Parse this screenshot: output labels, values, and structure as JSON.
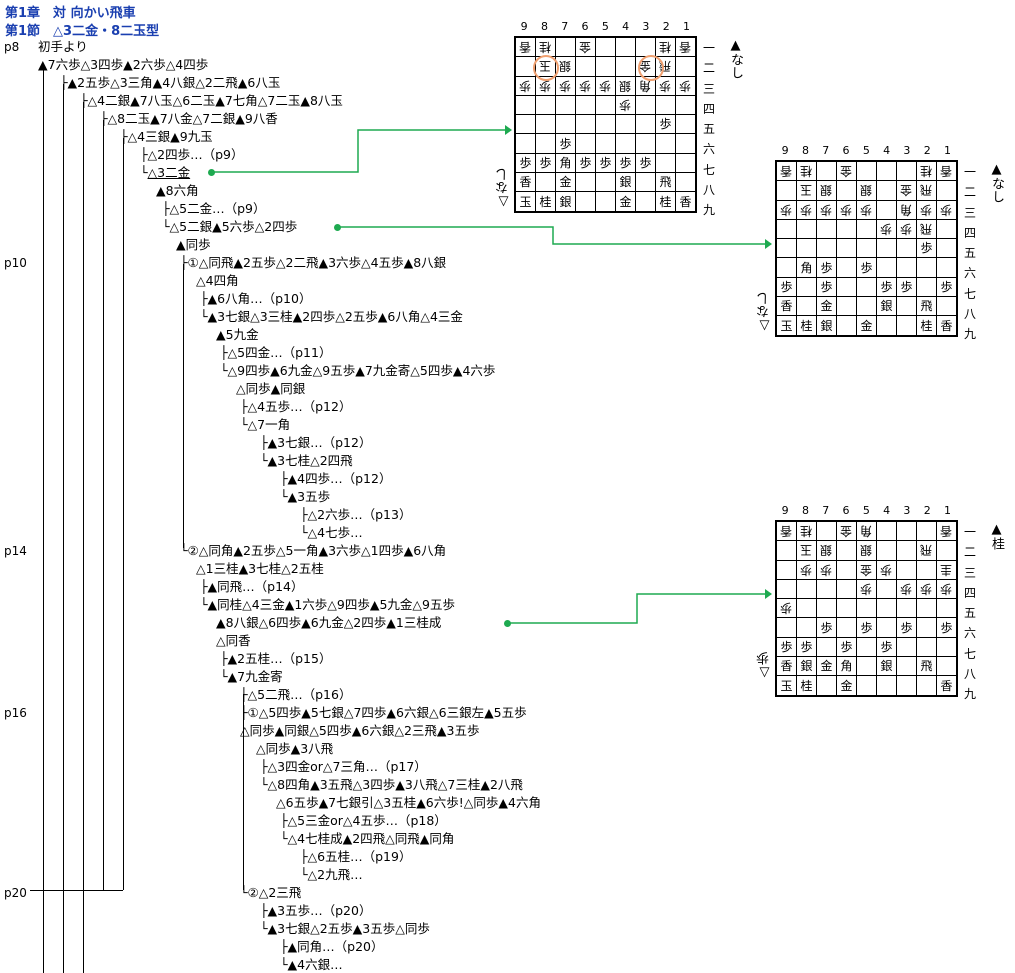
{
  "header": {
    "chapter": "第1章　対 向かい飛車",
    "section": "第1節　△3二金・8二玉型"
  },
  "pages": [
    "p8",
    "p10",
    "p14",
    "p16",
    "p20"
  ],
  "tree": [
    {
      "t": "初手より"
    },
    {
      "t": "▲7六歩△3四歩▲2六歩△4四歩"
    },
    {
      "t": "▲2五歩△3三角▲4八銀△2二飛▲6八玉"
    },
    {
      "t": "△4二銀▲7八玉△6二玉▲7七角△7二玉▲8八玉"
    },
    {
      "t": "△8二玉▲7八金△7二銀▲9八香"
    },
    {
      "t": "△4三銀▲9九玉"
    },
    {
      "t": "△2四歩…（p9）"
    },
    {
      "t": "△3二金"
    },
    {
      "t": "▲8六角"
    },
    {
      "t": "△5二金…（p9）"
    },
    {
      "t": "△5二銀▲5六歩△2四歩"
    },
    {
      "t": "▲同歩"
    },
    {
      "t": "①△同飛▲2五歩△2二飛▲3六歩△4五歩▲8八銀"
    },
    {
      "t": "△4四角"
    },
    {
      "t": "▲6八角…（p10）"
    },
    {
      "t": "▲3七銀△3三桂▲2四歩△2五歩▲6八角△4三金"
    },
    {
      "t": "▲5九金"
    },
    {
      "t": "△5四金…（p11）"
    },
    {
      "t": "△9四歩▲6九金△9五歩▲7九金寄△5四歩▲4六歩"
    },
    {
      "t": "△同歩▲同銀"
    },
    {
      "t": "△4五歩…（p12）"
    },
    {
      "t": "△7一角"
    },
    {
      "t": "▲3七銀…（p12）"
    },
    {
      "t": "▲3七桂△2四飛"
    },
    {
      "t": "▲4四歩…（p12）"
    },
    {
      "t": "▲3五歩"
    },
    {
      "t": "△2六歩…（p13）"
    },
    {
      "t": "△4七歩…"
    },
    {
      "t": "②△同角▲2五歩△5一角▲3六歩△1四歩▲6八角"
    },
    {
      "t": "△1三桂▲3七桂△2五桂"
    },
    {
      "t": "▲同飛…（p14）"
    },
    {
      "t": "▲同桂△4三金▲1六歩△9四歩▲5九金△9五歩"
    },
    {
      "t": "▲8八銀△6四歩▲6九金△2四歩▲1三桂成"
    },
    {
      "t": "△同香"
    },
    {
      "t": "▲2五桂…（p15）"
    },
    {
      "t": "▲7九金寄"
    },
    {
      "t": "△5二飛…（p16）"
    },
    {
      "t": "①△5四歩▲5七銀△7四歩▲6六銀△6三銀左▲5五歩"
    },
    {
      "t": "△同歩▲同銀△5四歩▲6六銀△2三飛▲3五歩"
    },
    {
      "t": "△同歩▲3八飛"
    },
    {
      "t": "△3四金or△7三角…（p17）"
    },
    {
      "t": "△8四角▲3五飛△3四歩▲3八飛△7三桂▲2八飛"
    },
    {
      "t": "△6五歩▲7七銀引△3五桂▲6六歩!△同歩▲4六角"
    },
    {
      "t": "△5三金or△4五歩…（p18）"
    },
    {
      "t": "△4七桂成▲2四飛△同飛▲同角"
    },
    {
      "t": "△6五桂…（p19）"
    },
    {
      "t": "△2九飛…"
    },
    {
      "t": "②△2三飛"
    },
    {
      "t": "▲3五歩…（p20）"
    },
    {
      "t": "▲3七銀△2五歩▲3五歩△同歩"
    },
    {
      "t": "▲同角…（p20）"
    },
    {
      "t": "▲4六銀…"
    }
  ],
  "colnums": [
    "9",
    "8",
    "7",
    "6",
    "5",
    "4",
    "3",
    "2",
    "1"
  ],
  "rownums": [
    "一",
    "二",
    "三",
    "四",
    "五",
    "六",
    "七",
    "八",
    "九"
  ],
  "boards": [
    {
      "hand_black_label": "▲なし",
      "hand_white_label": "△なし",
      "cells": [
        [
          "香",
          "桂",
          "",
          "金",
          "",
          "",
          "",
          "桂",
          "香"
        ],
        [
          "",
          "玉",
          "銀",
          "",
          "",
          "",
          "金",
          "飛",
          ""
        ],
        [
          "歩",
          "歩",
          "歩",
          "歩",
          "歩",
          "銀",
          "角",
          "歩",
          "歩"
        ],
        [
          "",
          "",
          "",
          "",
          "",
          "歩",
          "",
          "",
          ""
        ],
        [
          "",
          "",
          "",
          "",
          "",
          "",
          "",
          "歩",
          ""
        ],
        [
          "",
          "",
          "歩",
          "",
          "",
          "",
          "",
          "",
          ""
        ],
        [
          "歩",
          "歩",
          "角",
          "歩",
          "歩",
          "歩",
          "歩",
          "",
          ""
        ],
        [
          "香",
          "",
          "金",
          "",
          "",
          "銀",
          "",
          "飛",
          ""
        ],
        [
          "玉",
          "桂",
          "銀",
          "",
          "",
          "金",
          "",
          "桂",
          "香"
        ]
      ],
      "inv": [
        [
          1,
          1,
          0,
          1,
          0,
          0,
          0,
          1,
          1
        ],
        [
          0,
          1,
          1,
          0,
          0,
          0,
          1,
          1,
          0
        ],
        [
          1,
          1,
          1,
          1,
          1,
          1,
          1,
          1,
          1
        ],
        [
          0,
          0,
          0,
          0,
          0,
          1,
          0,
          0,
          0
        ],
        [
          0,
          0,
          0,
          0,
          0,
          0,
          0,
          0,
          0
        ],
        [
          0,
          0,
          0,
          0,
          0,
          0,
          0,
          0,
          0
        ],
        [
          0,
          0,
          0,
          0,
          0,
          0,
          0,
          0,
          0
        ],
        [
          0,
          0,
          0,
          0,
          0,
          0,
          0,
          0,
          0
        ],
        [
          0,
          0,
          0,
          0,
          0,
          0,
          0,
          0,
          0
        ]
      ]
    },
    {
      "hand_black_label": "▲なし",
      "hand_white_label": "△なし",
      "cells": [
        [
          "香",
          "桂",
          "",
          "金",
          "",
          "",
          "",
          "桂",
          "香"
        ],
        [
          "",
          "玉",
          "銀",
          "",
          "銀",
          "",
          "金",
          "飛",
          ""
        ],
        [
          "歩",
          "歩",
          "歩",
          "歩",
          "歩",
          "",
          "角",
          "歩",
          "歩"
        ],
        [
          "",
          "",
          "",
          "",
          "",
          "歩",
          "歩",
          "飛",
          ""
        ],
        [
          "",
          "",
          "",
          "",
          "",
          "",
          "",
          "歩",
          ""
        ],
        [
          "",
          "角",
          "歩",
          "",
          "歩",
          "",
          "",
          "",
          ""
        ],
        [
          "歩",
          "",
          "歩",
          "",
          "",
          "歩",
          "歩",
          "",
          "歩"
        ],
        [
          "香",
          "",
          "金",
          "",
          "",
          "銀",
          "",
          "飛",
          ""
        ],
        [
          "玉",
          "桂",
          "銀",
          "",
          "金",
          "",
          "",
          "桂",
          "香"
        ]
      ],
      "inv": [
        [
          1,
          1,
          0,
          1,
          0,
          0,
          0,
          1,
          1
        ],
        [
          0,
          1,
          1,
          0,
          1,
          0,
          1,
          1,
          0
        ],
        [
          1,
          1,
          1,
          1,
          1,
          0,
          1,
          1,
          1
        ],
        [
          0,
          0,
          0,
          0,
          0,
          1,
          1,
          1,
          0
        ],
        [
          0,
          0,
          0,
          0,
          0,
          0,
          0,
          0,
          0
        ],
        [
          0,
          0,
          0,
          0,
          0,
          0,
          0,
          0,
          0
        ],
        [
          0,
          0,
          0,
          0,
          0,
          0,
          0,
          0,
          0
        ],
        [
          0,
          0,
          0,
          0,
          0,
          0,
          0,
          0,
          0
        ],
        [
          0,
          0,
          0,
          0,
          0,
          0,
          0,
          0,
          0
        ]
      ]
    },
    {
      "hand_black_label": "▲桂",
      "hand_white_label": "△歩",
      "cells": [
        [
          "香",
          "桂",
          "",
          "金",
          "角",
          "",
          "",
          "",
          "香"
        ],
        [
          "",
          "玉",
          "銀",
          "",
          "銀",
          "",
          "",
          "飛",
          ""
        ],
        [
          "",
          "歩",
          "歩",
          "",
          "金",
          "歩",
          "",
          "",
          "圭"
        ],
        [
          "",
          "",
          "",
          "",
          "歩",
          "",
          "歩",
          "歩",
          "歩"
        ],
        [
          "歩",
          "",
          "",
          "",
          "",
          "",
          "",
          "",
          ""
        ],
        [
          "",
          "",
          "歩",
          "",
          "歩",
          "",
          "歩",
          "",
          "歩"
        ],
        [
          "歩",
          "歩",
          "",
          "歩",
          "",
          "歩",
          "",
          "",
          ""
        ],
        [
          "香",
          "銀",
          "金",
          "角",
          "",
          "銀",
          "",
          "飛",
          ""
        ],
        [
          "玉",
          "桂",
          "",
          "金",
          "",
          "",
          "",
          "",
          "香"
        ]
      ],
      "inv": [
        [
          1,
          1,
          0,
          1,
          1,
          0,
          0,
          0,
          1
        ],
        [
          0,
          1,
          1,
          0,
          1,
          0,
          0,
          1,
          0
        ],
        [
          0,
          1,
          1,
          0,
          1,
          1,
          0,
          0,
          1
        ],
        [
          0,
          0,
          0,
          0,
          1,
          0,
          1,
          1,
          1
        ],
        [
          1,
          0,
          0,
          0,
          0,
          0,
          0,
          0,
          0
        ],
        [
          0,
          0,
          0,
          0,
          0,
          0,
          0,
          0,
          0
        ],
        [
          0,
          0,
          0,
          0,
          0,
          0,
          0,
          0,
          0
        ],
        [
          0,
          0,
          0,
          0,
          0,
          0,
          0,
          0,
          0
        ],
        [
          0,
          0,
          0,
          0,
          0,
          0,
          0,
          0,
          0
        ]
      ]
    }
  ]
}
